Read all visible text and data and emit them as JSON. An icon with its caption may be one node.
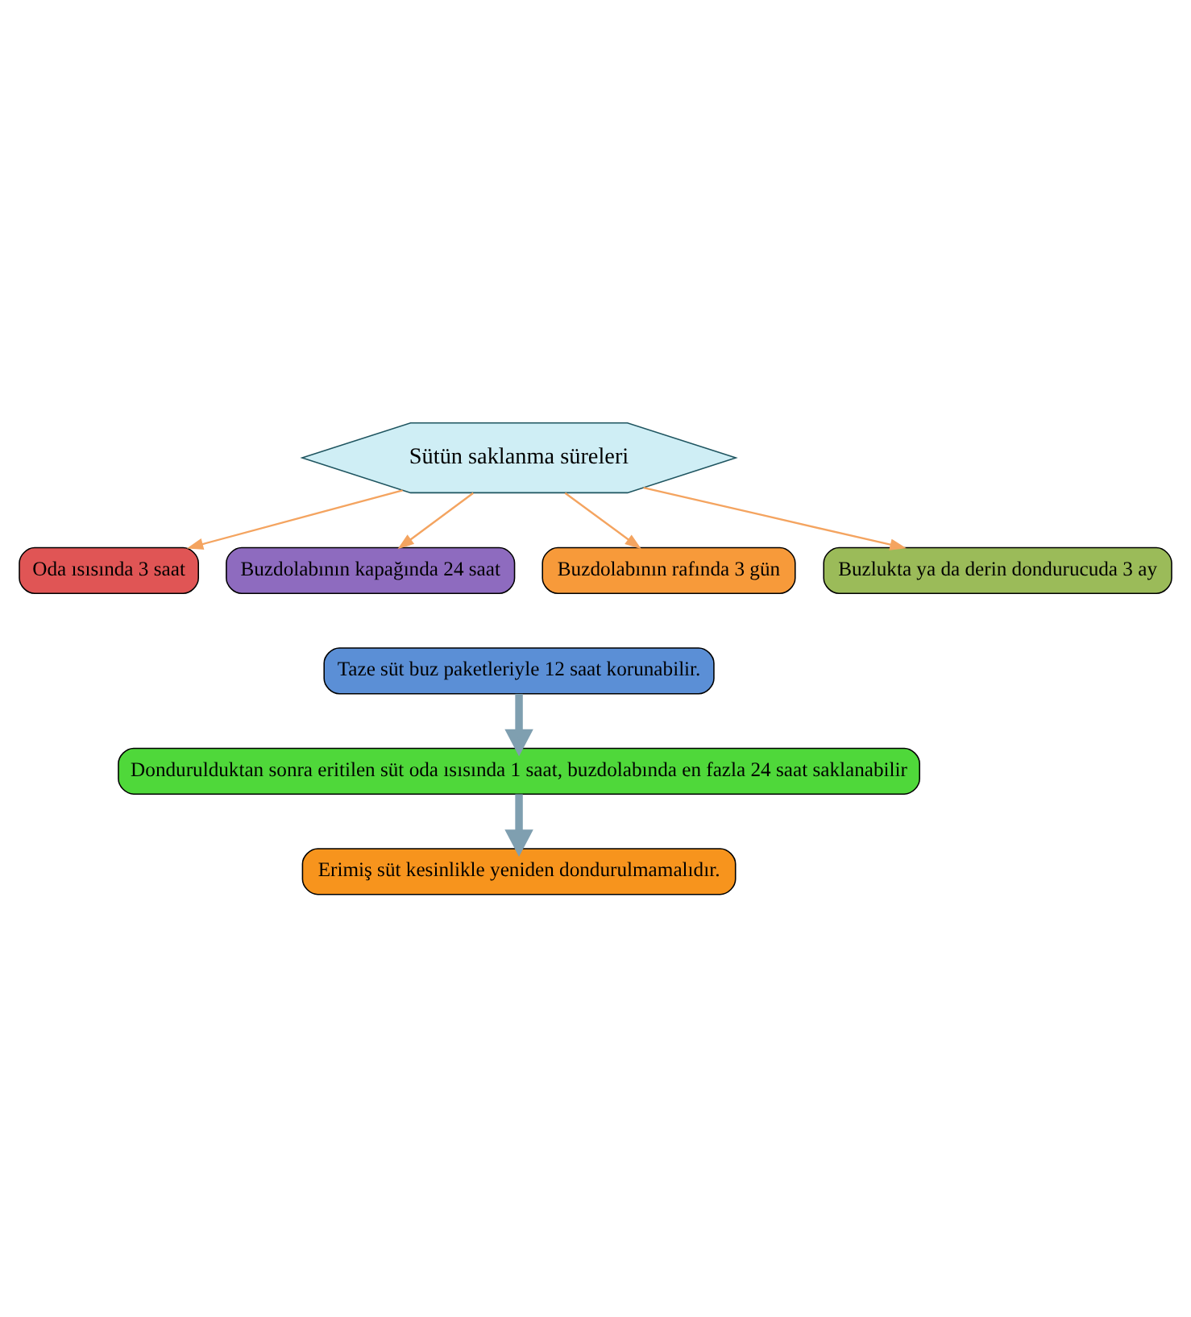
{
  "diagram": {
    "nodes": [
      {
        "text": [
          "Sütün saklanma süreleri"
        ]
      },
      {
        "text": [
          "Oda ısısında 3 saat"
        ]
      },
      {
        "text": [
          "Buzdolabının kapağında 24 saat"
        ]
      },
      {
        "text": [
          "Buzdolabının rafında 3 gün"
        ]
      },
      {
        "text": [
          "Buzlukta ya da derin dondurucuda 3 ay"
        ]
      },
      {
        "text": [
          "Taze süt buz paketleriyle 12 saat korunabilir."
        ]
      },
      {
        "text": [
          "Dondurulduktan sonra eritilen süt oda ısısında 1 saat, buzdolabında en fazla 24 saat saklanabilir"
        ]
      },
      {
        "text": [
          "Erimiş süt kesinlikle yeniden dondurulmamalıdır."
        ]
      }
    ],
    "edges": [
      {
        "from": 0,
        "to": 1,
        "arrow": "to"
      },
      {
        "from": 0,
        "to": 2,
        "arrow": "to"
      },
      {
        "from": 0,
        "to": 3,
        "arrow": "to"
      },
      {
        "from": 0,
        "to": 4,
        "arrow": "to"
      },
      {
        "from": 5,
        "to": 6,
        "arrow": "to",
        "style": "thick",
        "color": "#7f9fb0"
      },
      {
        "from": 6,
        "to": 7,
        "arrow": "to",
        "style": "thick",
        "color": "#7f9fb0"
      }
    ]
  }
}
